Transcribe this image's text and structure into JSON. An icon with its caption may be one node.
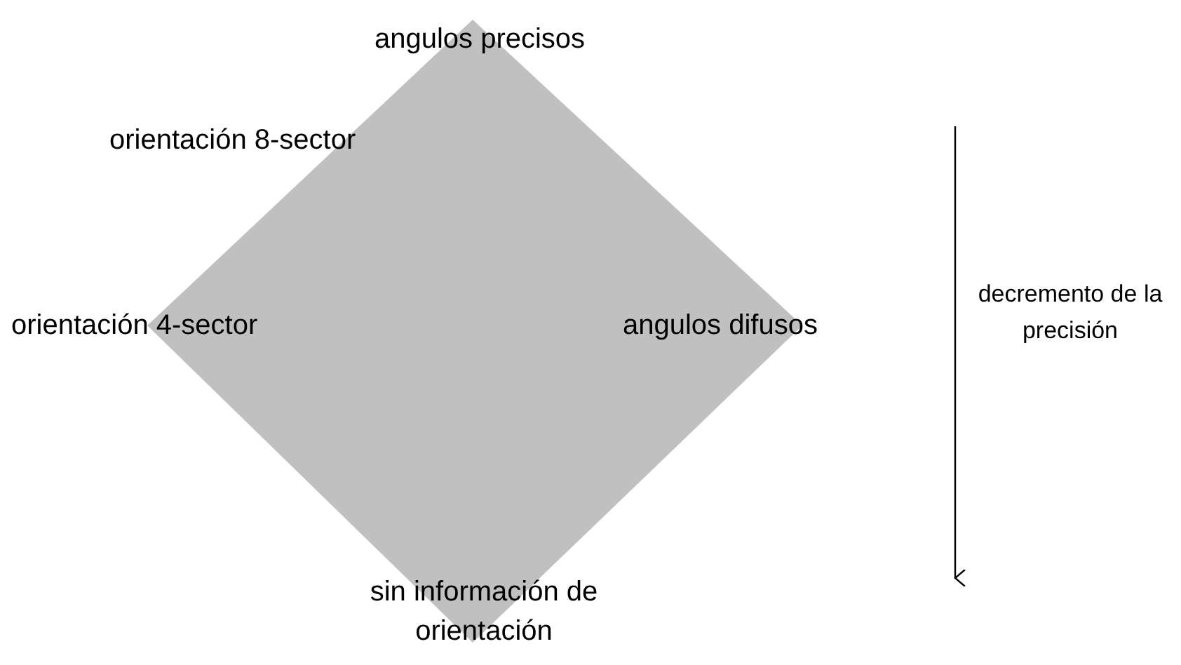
{
  "diagram": {
    "labels": [
      "angulos precisos",
      "orientación 8-sector",
      "orientación 4-sector",
      "angulos difusos",
      "decremento de la precisión",
      "sin información de orientación"
    ]
  }
}
